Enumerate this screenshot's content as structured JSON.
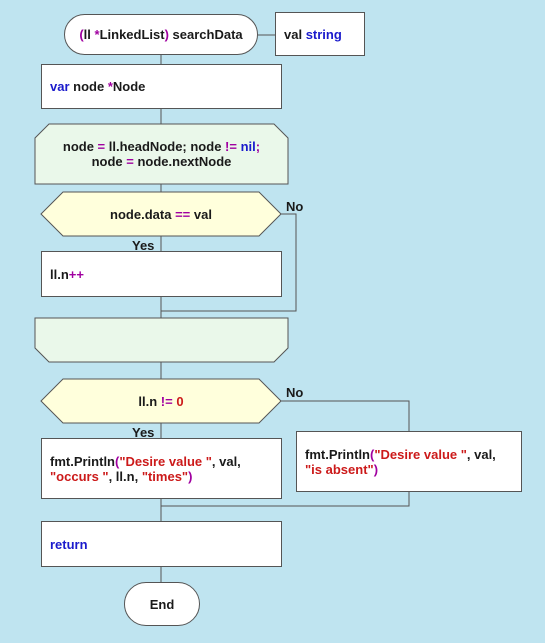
{
  "start": {
    "prefix": "(",
    "recv": "ll ",
    "star": "*",
    "type": "LinkedList",
    "close": ") ",
    "name": "searchData"
  },
  "param": {
    "name": "val ",
    "type": "string"
  },
  "decl": {
    "kw": "var",
    "rest": " node ",
    "star": "*",
    "type": "Node"
  },
  "loop": {
    "l1a": "node ",
    "l1b": "=",
    "l1c": " ll.headNode; node ",
    "l1d": "!=",
    "l1e": " ",
    "l1f": "nil",
    "l1g": ";",
    "l2a": "node ",
    "l2b": "=",
    "l2c": " node.nextNode"
  },
  "cond1": {
    "a": "node.data ",
    "b": "==",
    "c": "  val",
    "yes": "Yes",
    "no": "No"
  },
  "inc": {
    "a": "ll.n",
    "b": "++"
  },
  "cond2": {
    "a": "ll.n ",
    "b": "!=",
    "c": " ",
    "d": "0",
    "yes": "Yes",
    "no": "No"
  },
  "print1": {
    "fn": "fmt.Println",
    "p1": "(",
    "s1": "\"Desire value \"",
    "m1": ", val,",
    "s2": "\"occurs \"",
    "m2": ", ll.n, ",
    "s3": "\"times\"",
    "p2": ")"
  },
  "print2": {
    "fn": "fmt.Println",
    "p1": "(",
    "s1": "\"Desire value \"",
    "m1": ", val,",
    "s2": "\"is absent\"",
    "p2": ")"
  },
  "ret": {
    "kw": "return"
  },
  "end": {
    "label": "End"
  }
}
